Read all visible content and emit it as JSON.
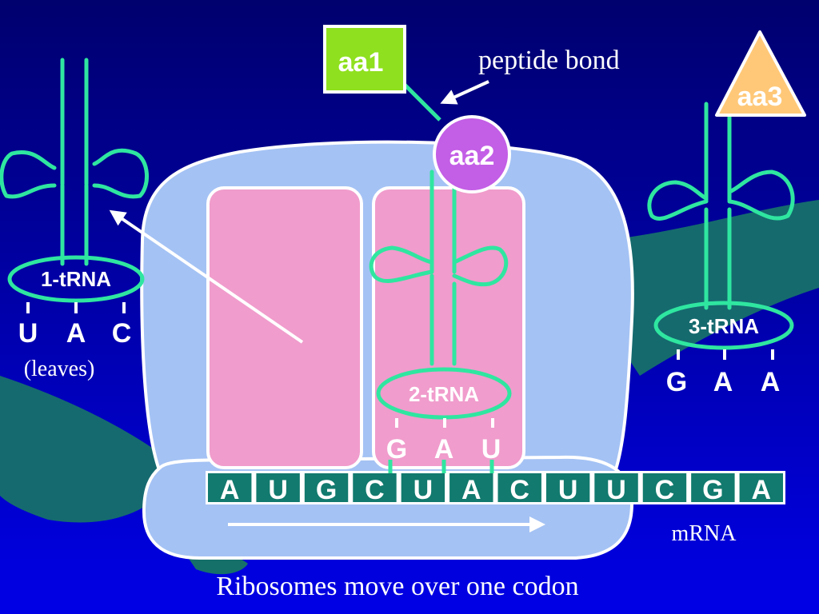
{
  "amino_acids": {
    "aa1": "aa1",
    "aa2": "aa2",
    "aa3": "aa3"
  },
  "annotations": {
    "peptide_bond": "peptide bond",
    "leaves": "(leaves)",
    "mrna": "mRNA",
    "caption": "Ribosomes move over one codon"
  },
  "trnas": [
    {
      "label": "1-tRNA",
      "anticodon": [
        "U",
        "A",
        "C"
      ]
    },
    {
      "label": "2-tRNA",
      "anticodon": [
        "G",
        "A",
        "U"
      ]
    },
    {
      "label": "3-tRNA",
      "anticodon": [
        "G",
        "A",
        "A"
      ]
    }
  ],
  "mrna_bases": [
    "A",
    "U",
    "G",
    "C",
    "U",
    "A",
    "C",
    "U",
    "U",
    "C",
    "G",
    "A"
  ],
  "colors": {
    "background_top": "#00007a",
    "background_bottom": "#0000e0",
    "ribosome": "#a4c2f4",
    "site": "#f09ccc",
    "trna": "#2fe6a0",
    "mrna_cell": "#127a6e",
    "aa1": "#8fe01e",
    "aa2": "#c35ee6",
    "aa3": "#ffc878",
    "ribbon": "#16706a"
  }
}
